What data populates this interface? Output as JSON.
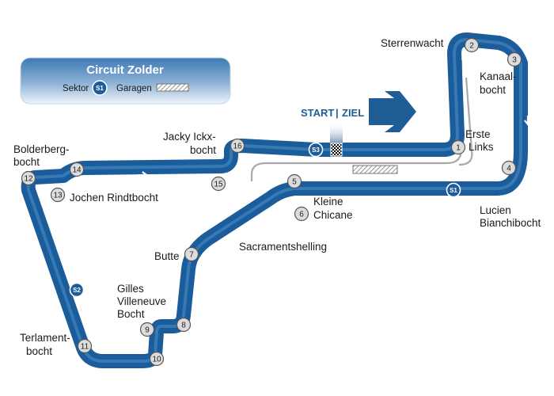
{
  "title": "Circuit Zolder",
  "legend": {
    "sector_label": "Sektor",
    "sector_badge": "S1",
    "garages_label": "Garagen"
  },
  "start_finish": {
    "start": "START",
    "separator": "|",
    "finish": "ZIEL"
  },
  "corners": [
    {
      "n": "1"
    },
    {
      "n": "2"
    },
    {
      "n": "3"
    },
    {
      "n": "4"
    },
    {
      "n": "5"
    },
    {
      "n": "6"
    },
    {
      "n": "7"
    },
    {
      "n": "8"
    },
    {
      "n": "9"
    },
    {
      "n": "10"
    },
    {
      "n": "11"
    },
    {
      "n": "12"
    },
    {
      "n": "13"
    },
    {
      "n": "14"
    },
    {
      "n": "15"
    },
    {
      "n": "16"
    }
  ],
  "sectors": [
    "S1",
    "S2",
    "S3"
  ],
  "labels": {
    "sterrenwacht": "Sterrenwacht",
    "kanaal_1": "Kanaal-",
    "kanaal_2": "bocht",
    "erste_1": "Erste",
    "erste_2": "Links",
    "lucien_1": "Lucien",
    "lucien_2": "Bianchibocht",
    "kleine_1": "Kleine",
    "kleine_2": "Chicane",
    "sacrament": "Sacramentshelling",
    "butte": "Butte",
    "gilles_1": "Gilles",
    "gilles_2": "Villeneuve",
    "gilles_3": "Bocht",
    "terlament_1": "Terlament-",
    "terlament_2": "bocht",
    "bolderberg_1": "Bolderberg-",
    "bolderberg_2": "bocht",
    "jochen": "Jochen Rindtbocht",
    "jacky_1": "Jacky Ickx-",
    "jacky_2": "bocht"
  },
  "colors": {
    "track": "#1b5d9b",
    "track_highlight": "#4f8fc8",
    "pitlane": "#a9a9a9",
    "marker_fill": "#dcdcdc",
    "arrow": "#1f5d96"
  }
}
